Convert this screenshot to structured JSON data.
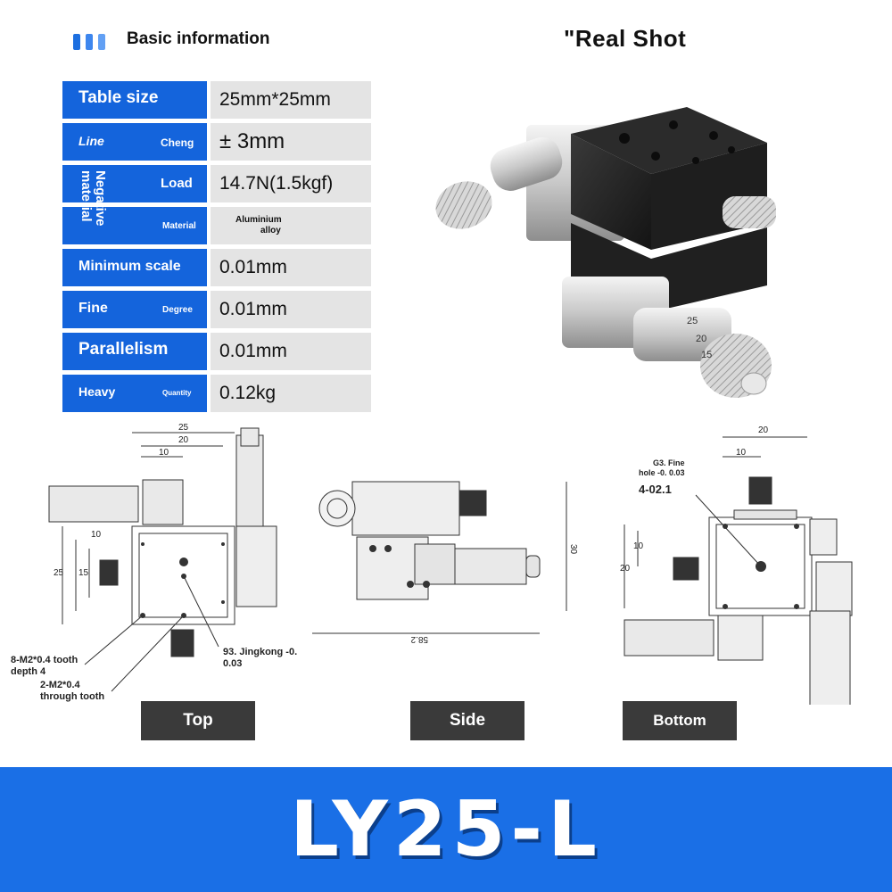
{
  "header": {
    "title": "Basic information",
    "real_shot": "\"Real Shot"
  },
  "specs": [
    {
      "label": "Table size",
      "value": "25mm*25mm"
    },
    {
      "label_left": "Line",
      "label_right": "Cheng",
      "value": "± 3mm"
    },
    {
      "label_vertical": "Negative material",
      "label_right": "Load",
      "value": "14.7N(1.5kgf)"
    },
    {
      "label_right": "Material",
      "value_line1": "Aluminium",
      "value_line2": "alloy"
    },
    {
      "label": "Minimum scale",
      "value": "0.01mm"
    },
    {
      "label_left": "Fine",
      "label_right": "Degree",
      "value": "0.01mm"
    },
    {
      "label": "Parallelism",
      "value": "0.01mm"
    },
    {
      "label_left": "Heavy",
      "label_right": "Quantity",
      "value": "0.12kg"
    }
  ],
  "drawings": {
    "top": {
      "dims": [
        "25",
        "20",
        "10",
        "25",
        "15",
        "10"
      ],
      "note1_line1": "8-M2*0.4 tooth",
      "note1_line2": "depth 4",
      "note2_line1": "2-M2*0.4",
      "note2_line2": "through tooth",
      "note3_line1": "93. Jingkong -0.",
      "note3_line2": "0.03"
    },
    "side": {
      "dims": [
        "30",
        "58.2"
      ]
    },
    "bottom": {
      "dims": [
        "20",
        "10",
        "10",
        "20"
      ],
      "note1_line1": "G3. Fine",
      "note1_line2": "hole -0. 0.03",
      "note2": "4-02.1"
    }
  },
  "views": {
    "top": "Top",
    "side": "Side",
    "bottom": "Bottom"
  },
  "footer": {
    "model": "LY25-L"
  },
  "colors": {
    "accent": "#1464dc",
    "footer": "#1a6fe6",
    "value_bg": "#e4e4e4",
    "button_bg": "#3a3a3a"
  }
}
